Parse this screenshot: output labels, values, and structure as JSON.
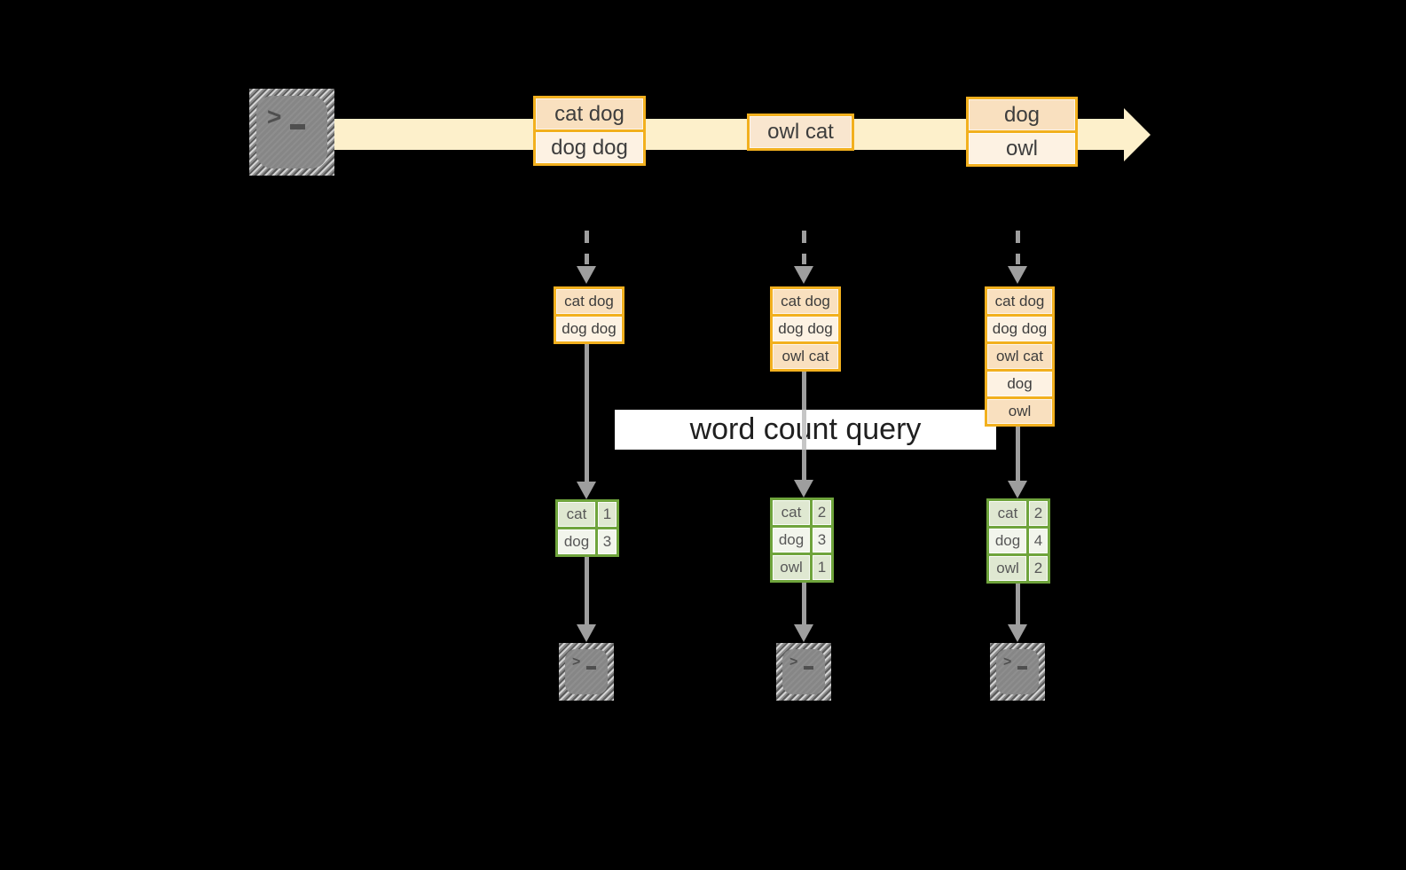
{
  "query": {
    "label": "word count query"
  },
  "stream": {
    "batches": [
      {
        "rows": [
          "cat dog",
          "dog dog"
        ]
      },
      {
        "rows": [
          "owl cat"
        ]
      },
      {
        "rows": [
          "dog",
          "owl"
        ]
      }
    ]
  },
  "states": [
    {
      "rows": [
        "cat dog",
        "dog dog"
      ]
    },
    {
      "rows": [
        "cat dog",
        "dog dog",
        "owl cat"
      ]
    },
    {
      "rows": [
        "cat dog",
        "dog dog",
        "owl cat",
        "dog",
        "owl"
      ]
    }
  ],
  "counts": [
    {
      "rows": [
        {
          "word": "cat",
          "count": "1"
        },
        {
          "word": "dog",
          "count": "3"
        }
      ]
    },
    {
      "rows": [
        {
          "word": "cat",
          "count": "2"
        },
        {
          "word": "dog",
          "count": "3"
        },
        {
          "word": "owl",
          "count": "1"
        }
      ]
    },
    {
      "rows": [
        {
          "word": "cat",
          "count": "2"
        },
        {
          "word": "dog",
          "count": "4"
        },
        {
          "word": "owl",
          "count": "2"
        }
      ]
    }
  ],
  "icons": {
    "terminal_prompt": ">"
  },
  "colors": {
    "background": "#000000",
    "stream_band": "#fdf0cb",
    "box_border": "#f2b01e",
    "cell_peach": "#f9e0bf",
    "cell_cream": "#fdf2e3",
    "table_green": "#6fa43c",
    "table_row_dark": "#dfe8d1",
    "table_row_light": "#f2f5ec",
    "arrow_gray": "#9e9e9e"
  }
}
